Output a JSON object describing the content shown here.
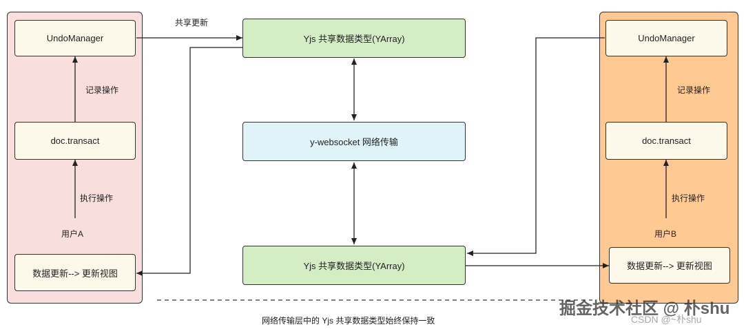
{
  "user_a": {
    "undo_manager": "UndoManager",
    "record_label": "记录操作",
    "transact": "doc.transact",
    "execute_label": "执行操作",
    "user_label": "用户A",
    "update_view": "数据更新--> 更新视图"
  },
  "user_b": {
    "undo_manager": "UndoManager",
    "record_label": "记录操作",
    "transact": "doc.transact",
    "execute_label": "执行操作",
    "user_label": "用户B",
    "update_view": "数据更新--> 更新视图"
  },
  "center": {
    "top_yarray": "Yjs 共享数据类型(YArray)",
    "websocket": "y-websocket 网络传输",
    "bottom_yarray": "Yjs 共享数据类型(YArray)",
    "shared_update_label": "共享更新"
  },
  "footer": {
    "caption": "网络传输层中的 Yjs 共享数据类型始终保持一致",
    "watermark_main": "掘金技术社区 @ 朴shu",
    "watermark_sub": "CSDN @~朴shu"
  },
  "colors": {
    "panel_a": "#f9dede",
    "panel_b": "#ffc993",
    "yarray_fill": "#d5edc5",
    "websocket_fill": "#dff3f8",
    "node_fill": "#fdf9ea"
  }
}
